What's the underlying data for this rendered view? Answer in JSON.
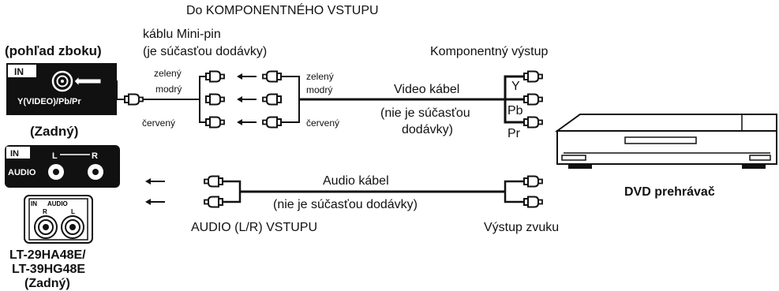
{
  "header": {
    "component_input": "Do KOMPONENTNÉHO VSTUPU",
    "minipin_cable_line1": "káblu Mini-pin",
    "minipin_cable_line2": "(je súčasťou dodávky)",
    "component_output": "Komponentný výstup"
  },
  "tv": {
    "side_view": "(pohľad zboku)",
    "in_badge": "IN",
    "video_port_label": "Y(VIDEO)/Pb/Pr",
    "rear_label": "(Zadný)",
    "audio_in_badge": "IN",
    "audio_word": "AUDIO",
    "audio_l": "L",
    "audio_r": "R",
    "model_line1": "LT-29HA48E/",
    "model_line2": "LT-39HG48E",
    "model_rear": "(Zadný)",
    "model_panel_in": "IN",
    "model_panel_audio": "AUDIO",
    "model_panel_r": "R",
    "model_panel_l": "L"
  },
  "splitter": {
    "left_green": "zelený",
    "left_blue": "modrý",
    "left_red": "červený",
    "right_green": "zelený",
    "right_blue": "modrý",
    "right_red": "červený"
  },
  "video_cable": {
    "name": "Video kábel",
    "note_line1": "(nie je súčasťou",
    "note_line2": "dodávky)"
  },
  "component_out": {
    "y": "Y",
    "pb": "Pb",
    "pr": "Pr"
  },
  "audio_cable": {
    "name": "Audio kábel",
    "note": "(nie je súčasťou dodávky)",
    "input": "AUDIO (L/R) VSTUPU",
    "output": "Výstup zvuku"
  },
  "dvd": {
    "name": "DVD prehrávač"
  }
}
